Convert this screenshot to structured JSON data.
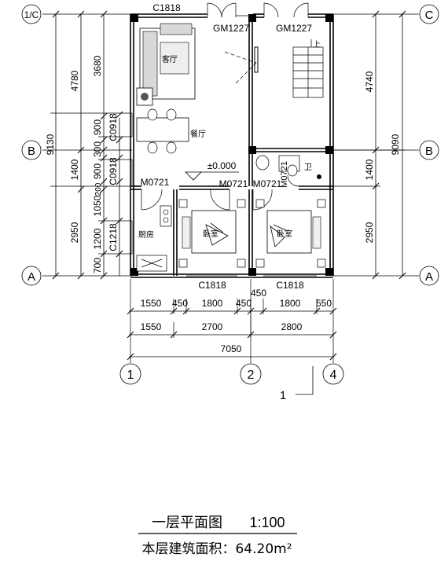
{
  "axes": {
    "top_left": "1/C",
    "right_top": "C",
    "left_mid": "B",
    "right_mid": "B",
    "left_bottom": "A",
    "right_bottom": "A",
    "bottom_1": "1",
    "bottom_2": "2",
    "bottom_4": "4"
  },
  "left_dims": {
    "outer_total": "9130",
    "seg_4780": "4780",
    "seg_1400": "1400",
    "seg_2950": "2950",
    "inner_3680": "3680",
    "inner_900a": "900",
    "inner_300": "300",
    "inner_900b": "900",
    "inner_200": "200",
    "inner_1050": "1050",
    "inner_1200": "1200",
    "inner_700": "700",
    "win_c0918_a": "C0918",
    "win_c0918_b": "C0918",
    "win_c1218": "C1218"
  },
  "right_dims": {
    "total": "9090",
    "seg_4740": "4740",
    "seg_1400": "1400",
    "seg_2950": "2950"
  },
  "bottom_dims": {
    "r1": [
      "1550",
      "450",
      "1800",
      "450",
      "1800",
      "550"
    ],
    "r2": [
      "1550",
      "2700",
      "2800"
    ],
    "total": "7050",
    "mid_450": "450"
  },
  "labels": {
    "c1818_top": "C1818",
    "gm1227_a": "GM1227",
    "gm1227_b": "GM1227",
    "living": "客厅",
    "dining": "餐厅",
    "elevation": "±0.000",
    "m0721_a": "M0721",
    "m0721_b": "M0721",
    "m0721_c": "M0721",
    "m0721_d": "M0721",
    "bathroom": "卫",
    "stair_up": "上",
    "kitchen": "厨房",
    "bedroom_a": "卧室",
    "bedroom_b": "卧室",
    "c1818_bottom_a": "C1818",
    "c1818_bottom_b": "C1818",
    "section_mark": "1"
  },
  "title": {
    "plan_name": "一层平面图",
    "scale": "1:100",
    "area_label": "本层建筑面积：64.20m²"
  }
}
